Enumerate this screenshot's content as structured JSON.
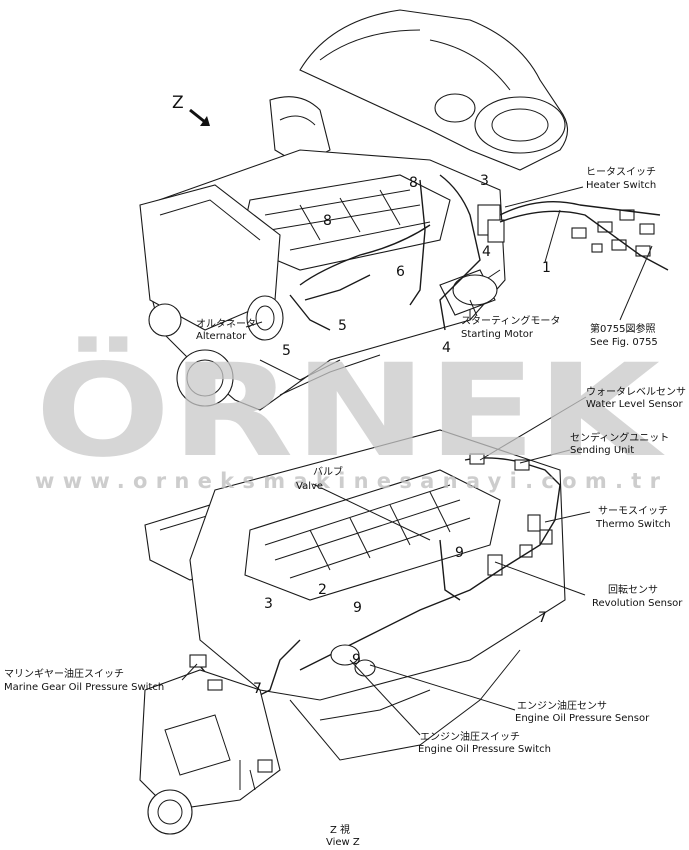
{
  "watermark": {
    "brand": "ÖRNEK",
    "url": "www.orneksmakinesanayi.com.tr",
    "color": "#c8c8c8",
    "accent": "#f2dc8a"
  },
  "view_marker": "Z",
  "view_caption": {
    "jp": "Z 視",
    "en": "View Z"
  },
  "upper_labels": {
    "heater_switch_jp": "ヒータスイッチ",
    "heater_switch_en": "Heater Switch",
    "alternator_jp": "オルタネータ",
    "alternator_en": "Alternator",
    "starting_motor_jp": "スターティングモータ",
    "starting_motor_en": "Starting Motor",
    "see_fig_jp": "第0755図参照",
    "see_fig_en": "See Fig. 0755"
  },
  "upper_numbers": [
    "8",
    "8",
    "3",
    "1",
    "4",
    "6",
    "5",
    "5",
    "4"
  ],
  "lower_labels": {
    "water_level_jp": "ウォータレベルセンサ",
    "water_level_en": "Water Level Sensor",
    "sending_unit_jp": "センディングユニット",
    "sending_unit_en": "Sending Unit",
    "valve_jp": "バルブ",
    "valve_en": "Valve",
    "thermo_jp": "サーモスイッチ",
    "thermo_en": "Thermo Switch",
    "revolution_jp": "回転センサ",
    "revolution_en": "Revolution Sensor",
    "marine_jp": "マリンギヤー油圧スイッチ",
    "marine_en": "Marine Gear Oil Pressure Switch",
    "eop_sensor_jp": "エンジン油圧センサ",
    "eop_sensor_en": "Engine Oil Pressure Sensor",
    "eop_switch_jp": "エンジン油圧スイッチ",
    "eop_switch_en": "Engine Oil Pressure Switch"
  },
  "lower_numbers": [
    "9",
    "3",
    "2",
    "9",
    "9",
    "7",
    "7"
  ]
}
